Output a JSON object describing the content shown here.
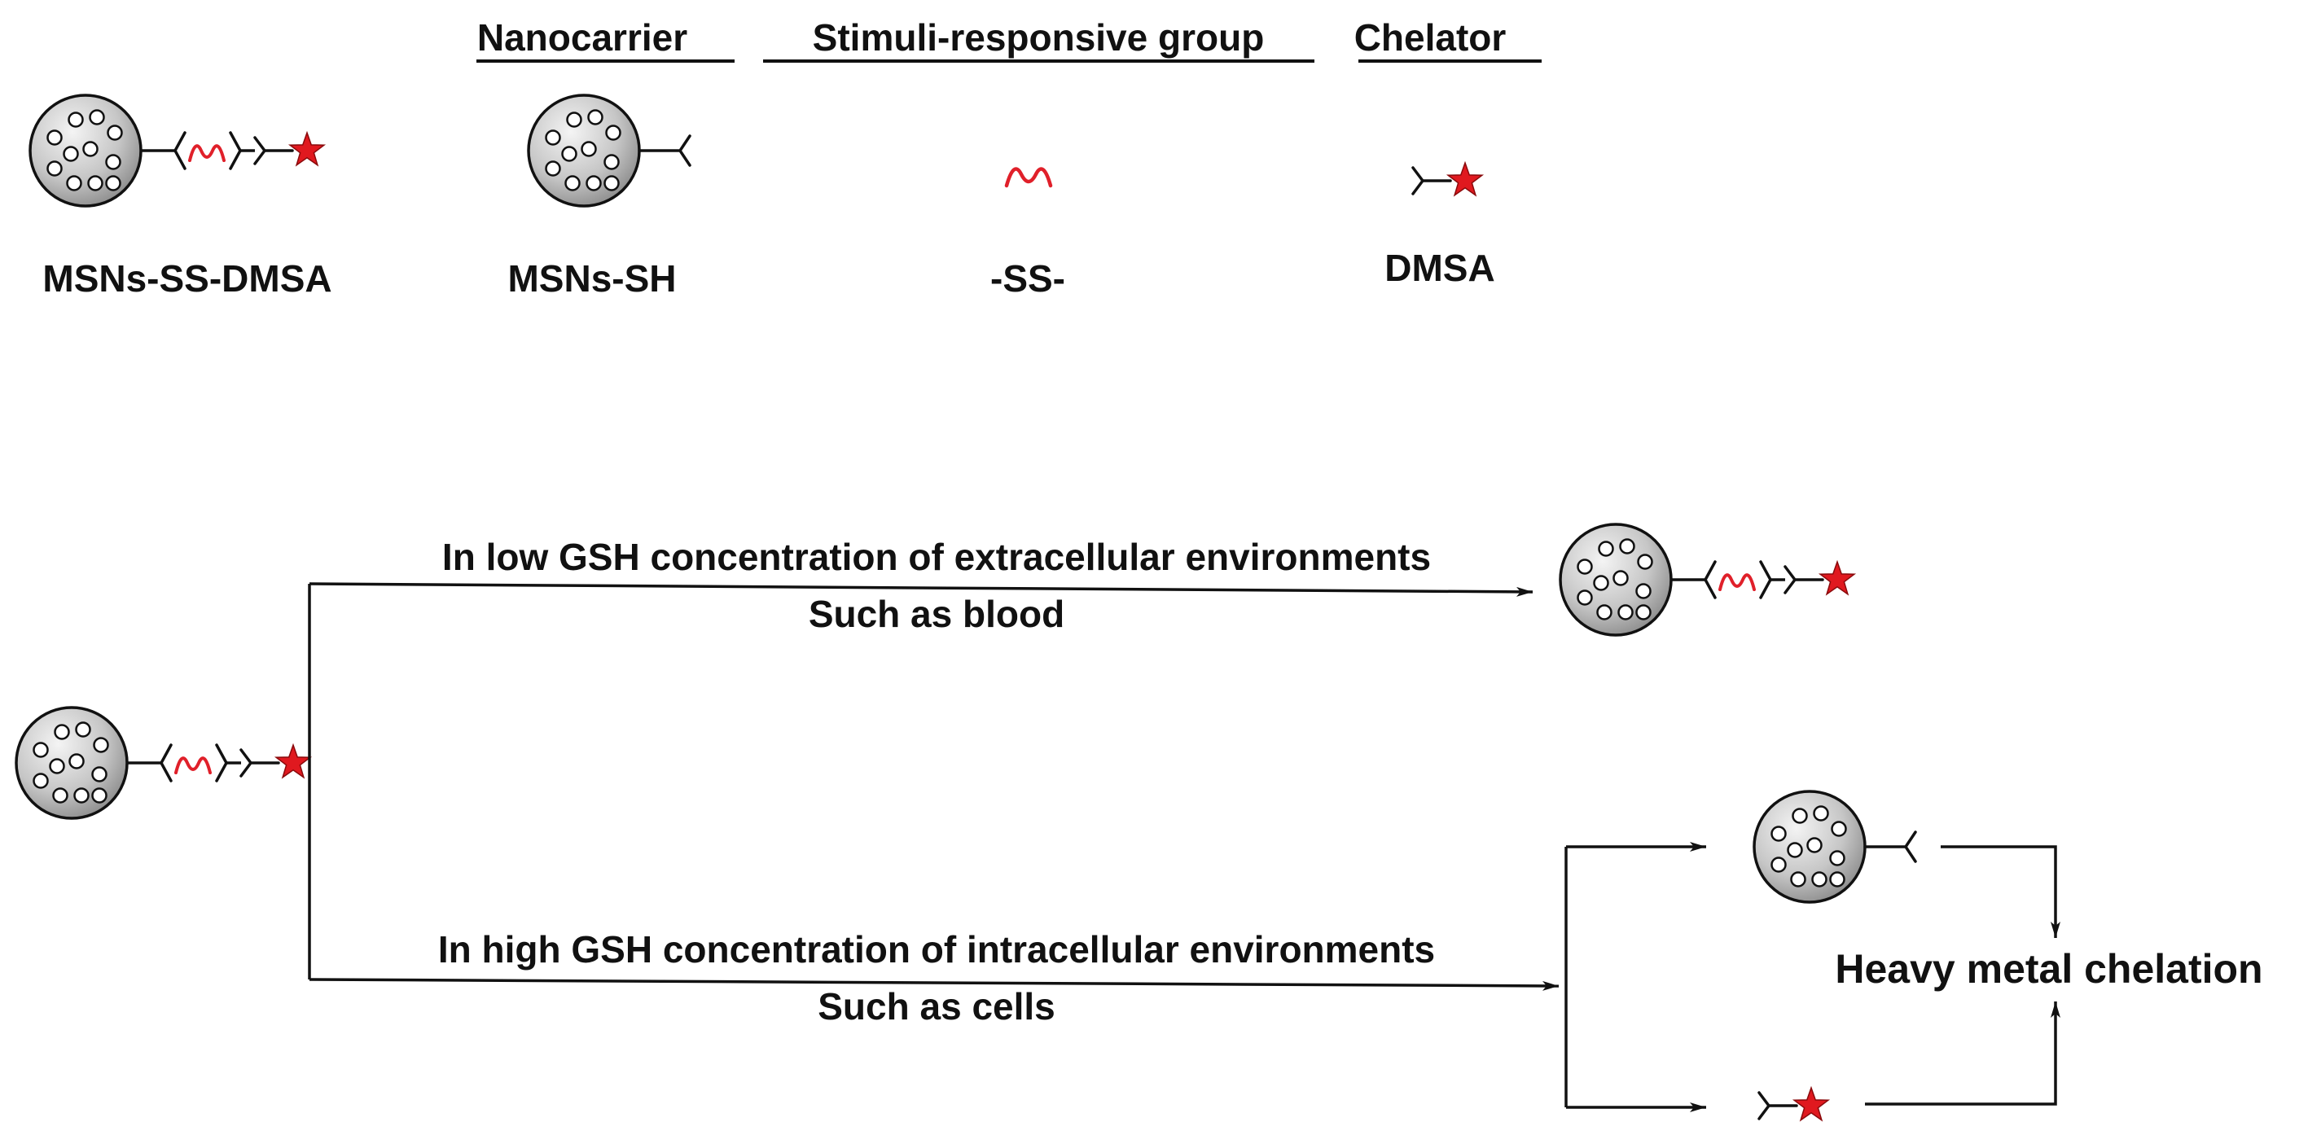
{
  "legend": {
    "headers": {
      "nanocarrier": "Nanocarrier",
      "stimuli": "Stimuli-responsive group",
      "chelator": "Chelator"
    },
    "items": {
      "conjugate": "MSNs-SS-DMSA",
      "nanocarrier": "MSNs-SH",
      "linker": "-SS-",
      "chelator": "DMSA"
    }
  },
  "scheme": {
    "low_path": {
      "line1": "In low GSH concentration of extracellular environments",
      "line2": "Such as blood"
    },
    "high_path": {
      "line1": "In high GSH concentration of intracellular environments",
      "line2": "Such as cells"
    },
    "outcome": "Heavy metal chelation"
  },
  "colors": {
    "ink": "#111111",
    "linker_red": "#e0202a",
    "star_red": "#e0191f",
    "sphere_light": "#f4f4f4",
    "sphere_dark": "#8c8c8c"
  }
}
